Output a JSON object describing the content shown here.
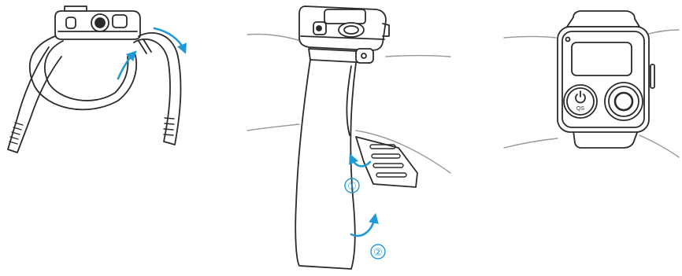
{
  "diagram": {
    "panels": [
      {
        "id": "strap-threading",
        "icon": "watch-band-threading-illustration"
      },
      {
        "id": "strap-wrapping",
        "icon": "watch-on-wrist-strap-illustration"
      },
      {
        "id": "watch-worn",
        "icon": "watch-front-view-illustration"
      }
    ],
    "step_labels": [
      "①",
      "②"
    ],
    "qs_button_label": "QS",
    "colors": {
      "line": "#2b2b2b",
      "arrow": "#1f9ad6",
      "skin_line": "#9a9a9a",
      "background": "#ffffff"
    }
  }
}
